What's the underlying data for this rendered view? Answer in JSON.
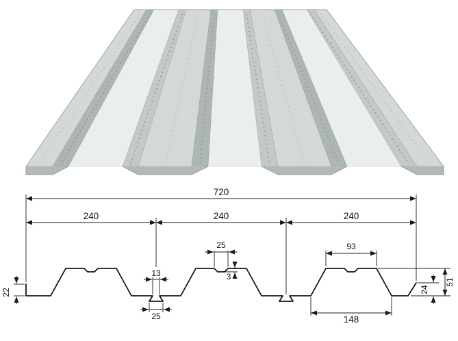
{
  "colors": {
    "background": "#ffffff",
    "deck_top": "#ebeeee",
    "deck_valley": "#d4d8d8",
    "deck_web_dark": "#aeb5b5",
    "deck_web_light": "#c3c9c9",
    "deck_front": "#b3b9b9",
    "line": "#1b1b1b"
  },
  "drawing": {
    "overall_width": "720",
    "pitch": [
      "240",
      "240",
      "240"
    ],
    "top_groove_width": "25",
    "rib_top_width": "93",
    "dovetail_top_width": "13",
    "groove_depth": "3",
    "rib_bottom_width": "148",
    "dovetail_bottom_width": "25",
    "left_edge_height": "22",
    "right_edge_height": "24",
    "profile_height": "51"
  }
}
